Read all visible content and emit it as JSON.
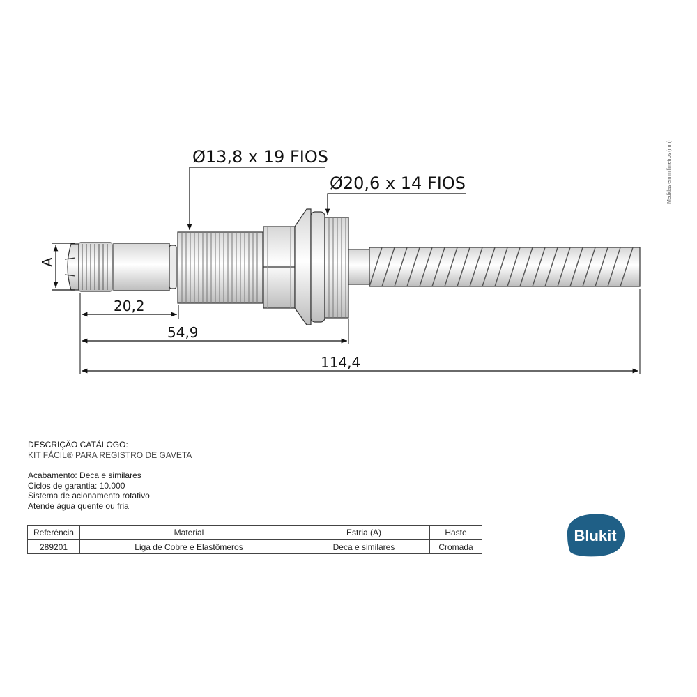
{
  "drawing": {
    "callout_small_thread": "Ø13,8 x 19 FIOS",
    "callout_large_thread": "Ø20,6 x 14 FIOS",
    "dim_spline": "A",
    "dim_20_2": "20,2",
    "dim_54_9": "54,9",
    "dim_114_4": "114,4",
    "side_note": "Medidas em milímetros (mm)"
  },
  "description": {
    "heading": "DESCRIÇÃO CATÁLOGO:",
    "product": "KIT FÁCIL® PARA REGISTRO DE GAVETA",
    "lines": [
      "Acabamento: Deca e similares",
      "Ciclos de garantia: 10.000",
      "Sistema de acionamento rotativo",
      "Atende água quente ou fria"
    ]
  },
  "table": {
    "headers": [
      "Referência",
      "Material",
      "Estria (A)",
      "Haste"
    ],
    "row": [
      "289201",
      "Liga de Cobre e Elastômeros",
      "Deca e similares",
      "Cromada"
    ]
  },
  "logo": {
    "text": "Blukit",
    "color": "#1f5f86"
  }
}
